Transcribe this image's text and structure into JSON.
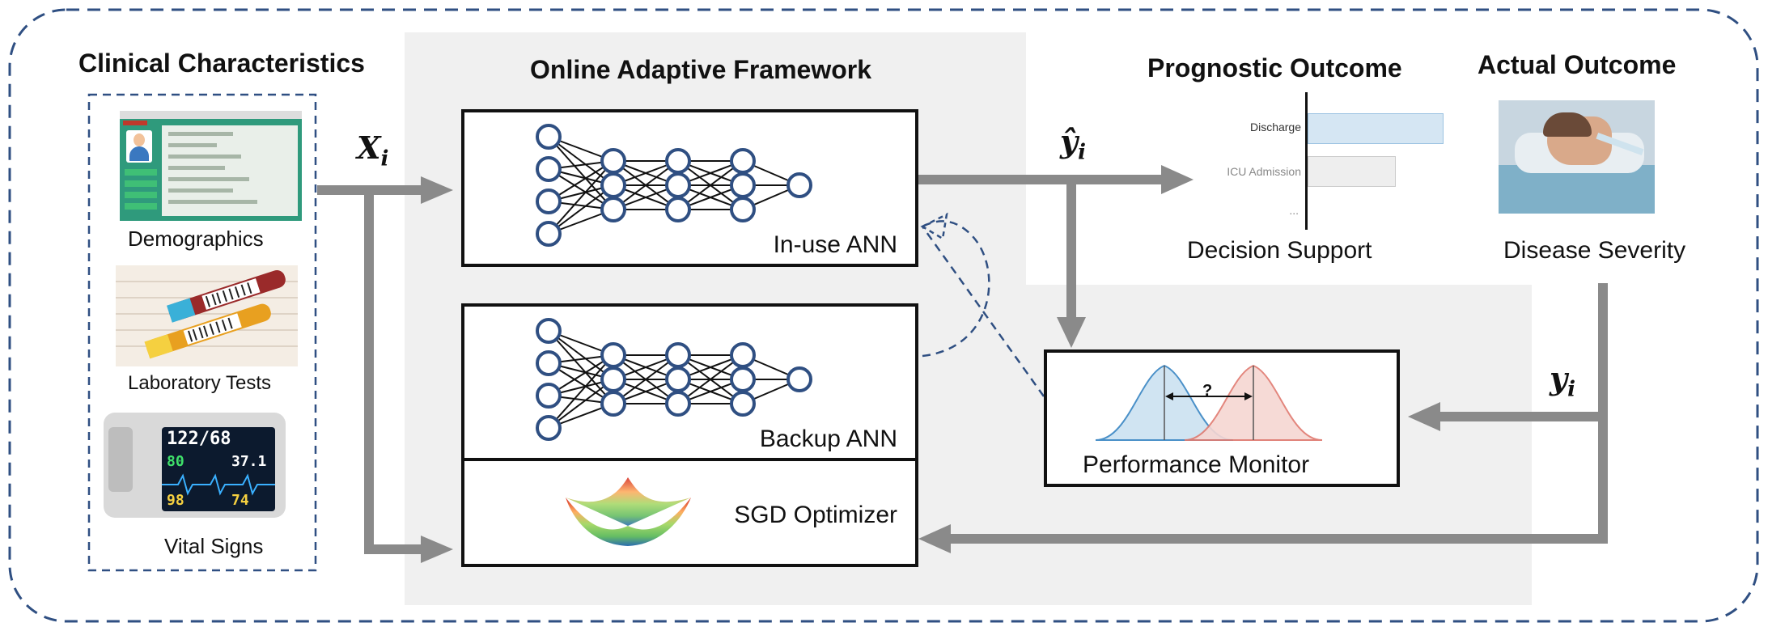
{
  "left": {
    "title": "Clinical Characteristics",
    "items": [
      {
        "label": "Demographics",
        "icon": "patient-form-icon"
      },
      {
        "label": "Laboratory Tests",
        "icon": "test-tube-icon"
      },
      {
        "label": "Vital Signs",
        "icon": "vital-signs-monitor-icon"
      }
    ]
  },
  "center": {
    "title": "Online Adaptive Framework",
    "inuse_label": "In-use ANN",
    "backup_label": "Backup ANN",
    "sgd_label": "SGD Optimizer"
  },
  "prognostic": {
    "title": "Prognostic Outcome",
    "bars": [
      {
        "label": "Discharge",
        "value": 0.85
      },
      {
        "label": "ICU Admission",
        "value": 0.55
      }
    ],
    "ellipsis": "...",
    "caption": "Decision Support"
  },
  "actual": {
    "title": "Actual Outcome",
    "caption": "Disease Severity"
  },
  "monitor": {
    "label": "Performance Monitor",
    "question": "?"
  },
  "math": {
    "x_base": "X",
    "x_sub": "i",
    "yhat_base": "ŷ",
    "yhat_sub": "i",
    "y_base": "y",
    "y_sub": "i"
  },
  "colors": {
    "arrow": "#8a8a8a",
    "dashed_border": "#2f4f82",
    "node_stroke": "#2f4f82",
    "panel_bg": "#f0f0f0",
    "discharge_bar": "#d5e6f3",
    "icu_bar": "#eeeeee",
    "curve_blue": "#4a90c8",
    "curve_red": "#e07a70"
  }
}
